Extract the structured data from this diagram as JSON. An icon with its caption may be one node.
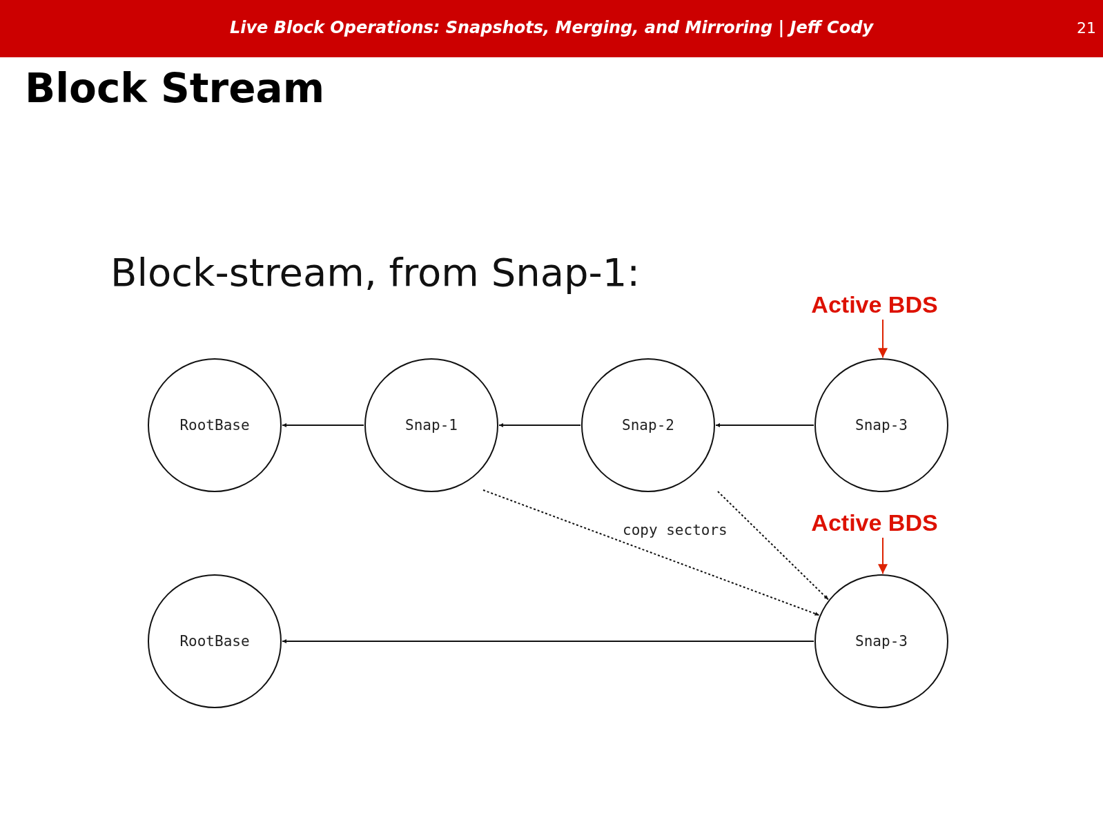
{
  "diagram": {
    "title": "Block Stream",
    "nodes": [
      {
        "text": [
          "Active BDS"
        ]
      },
      {
        "text": [
          "RootBase"
        ]
      },
      {
        "text": [
          "Snap-1"
        ]
      },
      {
        "text": [
          "Snap-2"
        ]
      },
      {
        "text": [
          "Snap-3"
        ]
      },
      {
        "text": [
          "Active BDS"
        ]
      },
      {
        "text": [
          "RootBase"
        ]
      },
      {
        "text": [
          "Snap-3"
        ]
      }
    ],
    "edges": [
      {
        "from": 2,
        "to": 1,
        "arrow": "to"
      },
      {
        "from": 3,
        "to": 2,
        "arrow": "to"
      },
      {
        "from": 4,
        "to": 3,
        "arrow": "to"
      },
      {
        "from": 7,
        "to": 6,
        "arrow": "to"
      },
      {
        "from": 2,
        "to": 7,
        "arrow": "to",
        "style": "dashed"
      },
      {
        "from": 3,
        "to": 7,
        "arrow": "to",
        "style": "dashed"
      },
      {
        "from": 0,
        "to": 4,
        "arrow": "to",
        "color": "#dd2200"
      },
      {
        "from": 5,
        "to": 7,
        "arrow": "to",
        "color": "#dd2200"
      }
    ],
    "labels": [
      "Live Block Operations: Snapshots, Merging, and Mirroring | Jeff Cody",
      "21",
      "Block-stream, from Snap-1:",
      "copy sectors"
    ]
  }
}
